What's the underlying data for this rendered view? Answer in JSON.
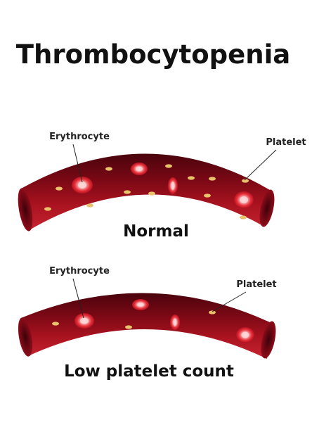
{
  "title": "Thrombocytopenia",
  "panels": {
    "normal": {
      "caption": "Normal",
      "erythrocyte_label": "Erythrocyte",
      "platelet_label": "Platelet"
    },
    "low": {
      "caption": "Low platelet count",
      "erythrocyte_label": "Erythrocyte",
      "platelet_label": "Platelet"
    }
  },
  "colors": {
    "vessel_dark": "#5e0410",
    "vessel_mid": "#9b0d1c",
    "vessel_light": "#c8222e",
    "erythrocyte": "#e8313b",
    "erythrocyte_center": "#f7a7a8",
    "platelet": "#e9c36c"
  }
}
